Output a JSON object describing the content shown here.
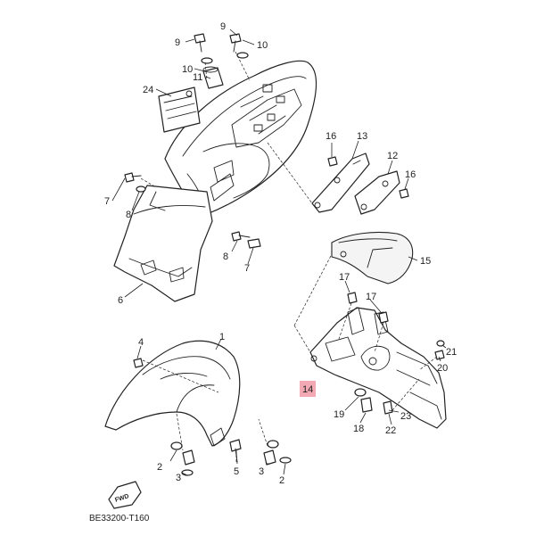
{
  "diagram": {
    "code": "BE33200-T160",
    "fwd_label": "FWD",
    "highlighted_part": "14",
    "callouts": {
      "p1": "1",
      "p2a": "2",
      "p2b": "2",
      "p3a": "3",
      "p3b": "3",
      "p4": "4",
      "p5": "5",
      "p6": "6",
      "p7a": "7",
      "p7b": "7",
      "p8a": "8",
      "p8b": "8",
      "p9a": "9",
      "p9b": "9",
      "p10a": "10",
      "p10b": "10",
      "p11": "11",
      "p12": "12",
      "p13": "13",
      "p14": "14",
      "p15": "15",
      "p16a": "16",
      "p16b": "16",
      "p17a": "17",
      "p17b": "17",
      "p18": "18",
      "p19": "19",
      "p20": "20",
      "p21": "21",
      "p22": "22",
      "p23": "23",
      "p24": "24"
    }
  },
  "colors": {
    "highlight": "#f2a9b3",
    "line": "#222222"
  }
}
